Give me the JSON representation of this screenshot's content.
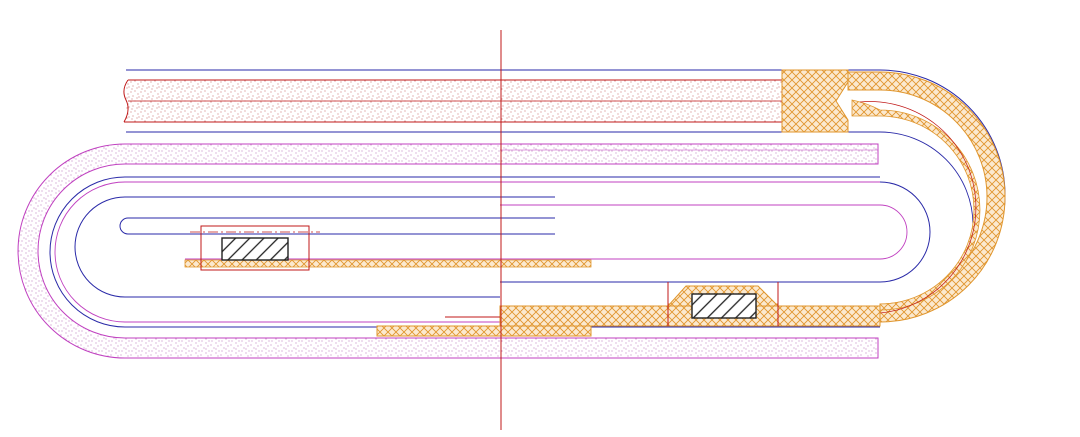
{
  "drawing": {
    "type": "technical-section",
    "text_labels": [],
    "colors": {
      "background": "#ffffff",
      "outline_blue": "#2a2aa8",
      "outline_magenta": "#c040c0",
      "section_red": "#c01818",
      "speckle_red": "#b03030",
      "speckle_magenta": "#a040a0",
      "hatch_orange": "#e8a040",
      "center_line": "#c01818",
      "block_black": "#222222"
    },
    "components": {
      "top_panel": "speckled-panel",
      "wrap_panel": "speckled-u-wrap",
      "loop": "u-shaped-loop",
      "crosshatch_band": "crosshatched-strip",
      "blocks": 2,
      "centerline": "vertical-axis"
    }
  }
}
